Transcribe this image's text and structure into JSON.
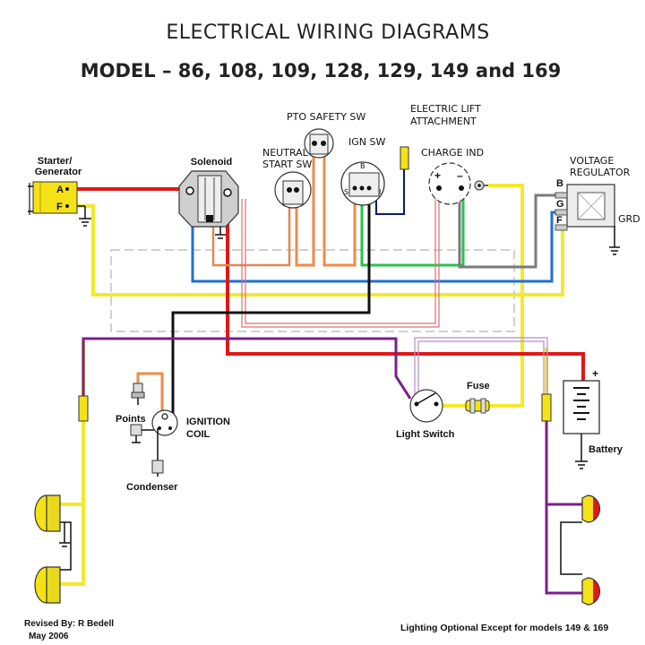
{
  "title": "ELECTRICAL WIRING DIAGRAMS",
  "subtitle": "MODEL  – 86, 108, 109, 128, 129, 149 and 169",
  "components": {
    "starter_line1": "Starter/",
    "starter_line2": "Generator",
    "starter_terminal_a": "A",
    "starter_terminal_f": "F",
    "solenoid": "Solenoid",
    "neutral_line1": "NEUTRAL",
    "neutral_line2": "START SW",
    "pto": "PTO SAFETY SW",
    "ign_sw": "IGN SW",
    "ign_b": "B",
    "ign_s": "S",
    "ign_i": "I",
    "lift_line1": "ELECTRIC LIFT",
    "lift_line2": "ATTACHMENT",
    "charge_ind": "CHARGE IND",
    "charge_plus": "+",
    "charge_minus": "–",
    "vr_line1": "VOLTAGE",
    "vr_line2": "REGULATOR",
    "vr_b": "B",
    "vr_g": "G",
    "vr_f": "F",
    "vr_grd": "GRD",
    "points": "Points",
    "ignition_line1": "IGNITION",
    "ignition_line2": "COIL",
    "condenser": "Condenser",
    "light_switch": "Light Switch",
    "fuse": "Fuse",
    "battery": "Battery",
    "battery_plus": "+"
  },
  "footer": {
    "revised": "Revised By: R Bedell",
    "date": "May 2006",
    "note": "Lighting Optional Except for models 149 & 169"
  },
  "colors": {
    "red": "#e01818",
    "dark_red": "#8b0000",
    "yellow": "#f2ea2a",
    "blue": "#1f6fd6",
    "orange": "#f08a4a",
    "green": "#27c24a",
    "purple": "#7a1f8c",
    "gray": "#7a7a7a",
    "black": "#111111",
    "navy": "#0a1a6a",
    "component_yellow": "#f4e216",
    "pink": "#d97070",
    "light_purple": "#b48cc8"
  }
}
